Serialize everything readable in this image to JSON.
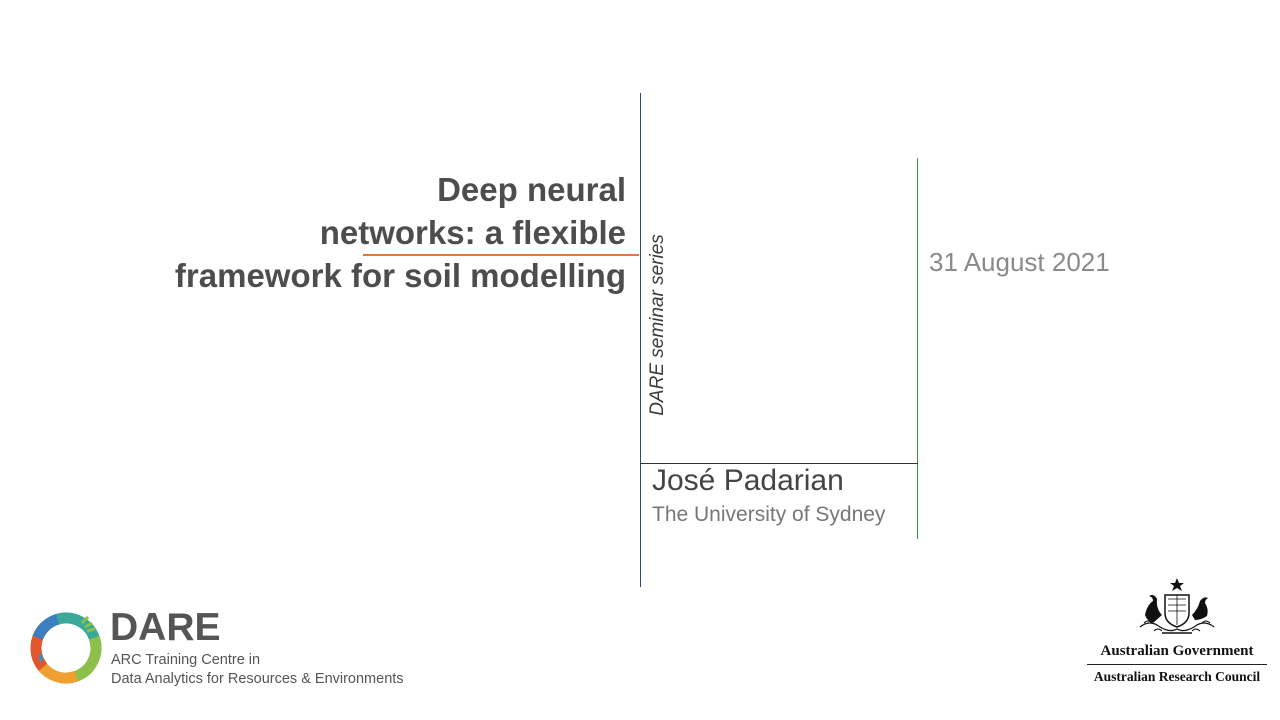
{
  "slide": {
    "title_lines": [
      "Deep neural",
      "networks: a flexible",
      "framework for soil modelling"
    ],
    "series_label": "DARE seminar series",
    "date": "31 August 2021",
    "author": "José Padarian",
    "affiliation": "The University of Sydney"
  },
  "logos": {
    "dare": {
      "name": "DARE",
      "line1": "ARC Training Centre in",
      "line2": "Data Analytics for Resources & Environments",
      "icon": "dare-ring-logo"
    },
    "government": {
      "line1": "Australian Government",
      "line2": "Australian Research Council",
      "icon": "coat-of-arms"
    }
  },
  "colors": {
    "title_underline": "#e07a3c",
    "blue_rule": "#2f4a7a",
    "green_rule": "#3a9a3a",
    "date_text": "#8a8a8a"
  }
}
